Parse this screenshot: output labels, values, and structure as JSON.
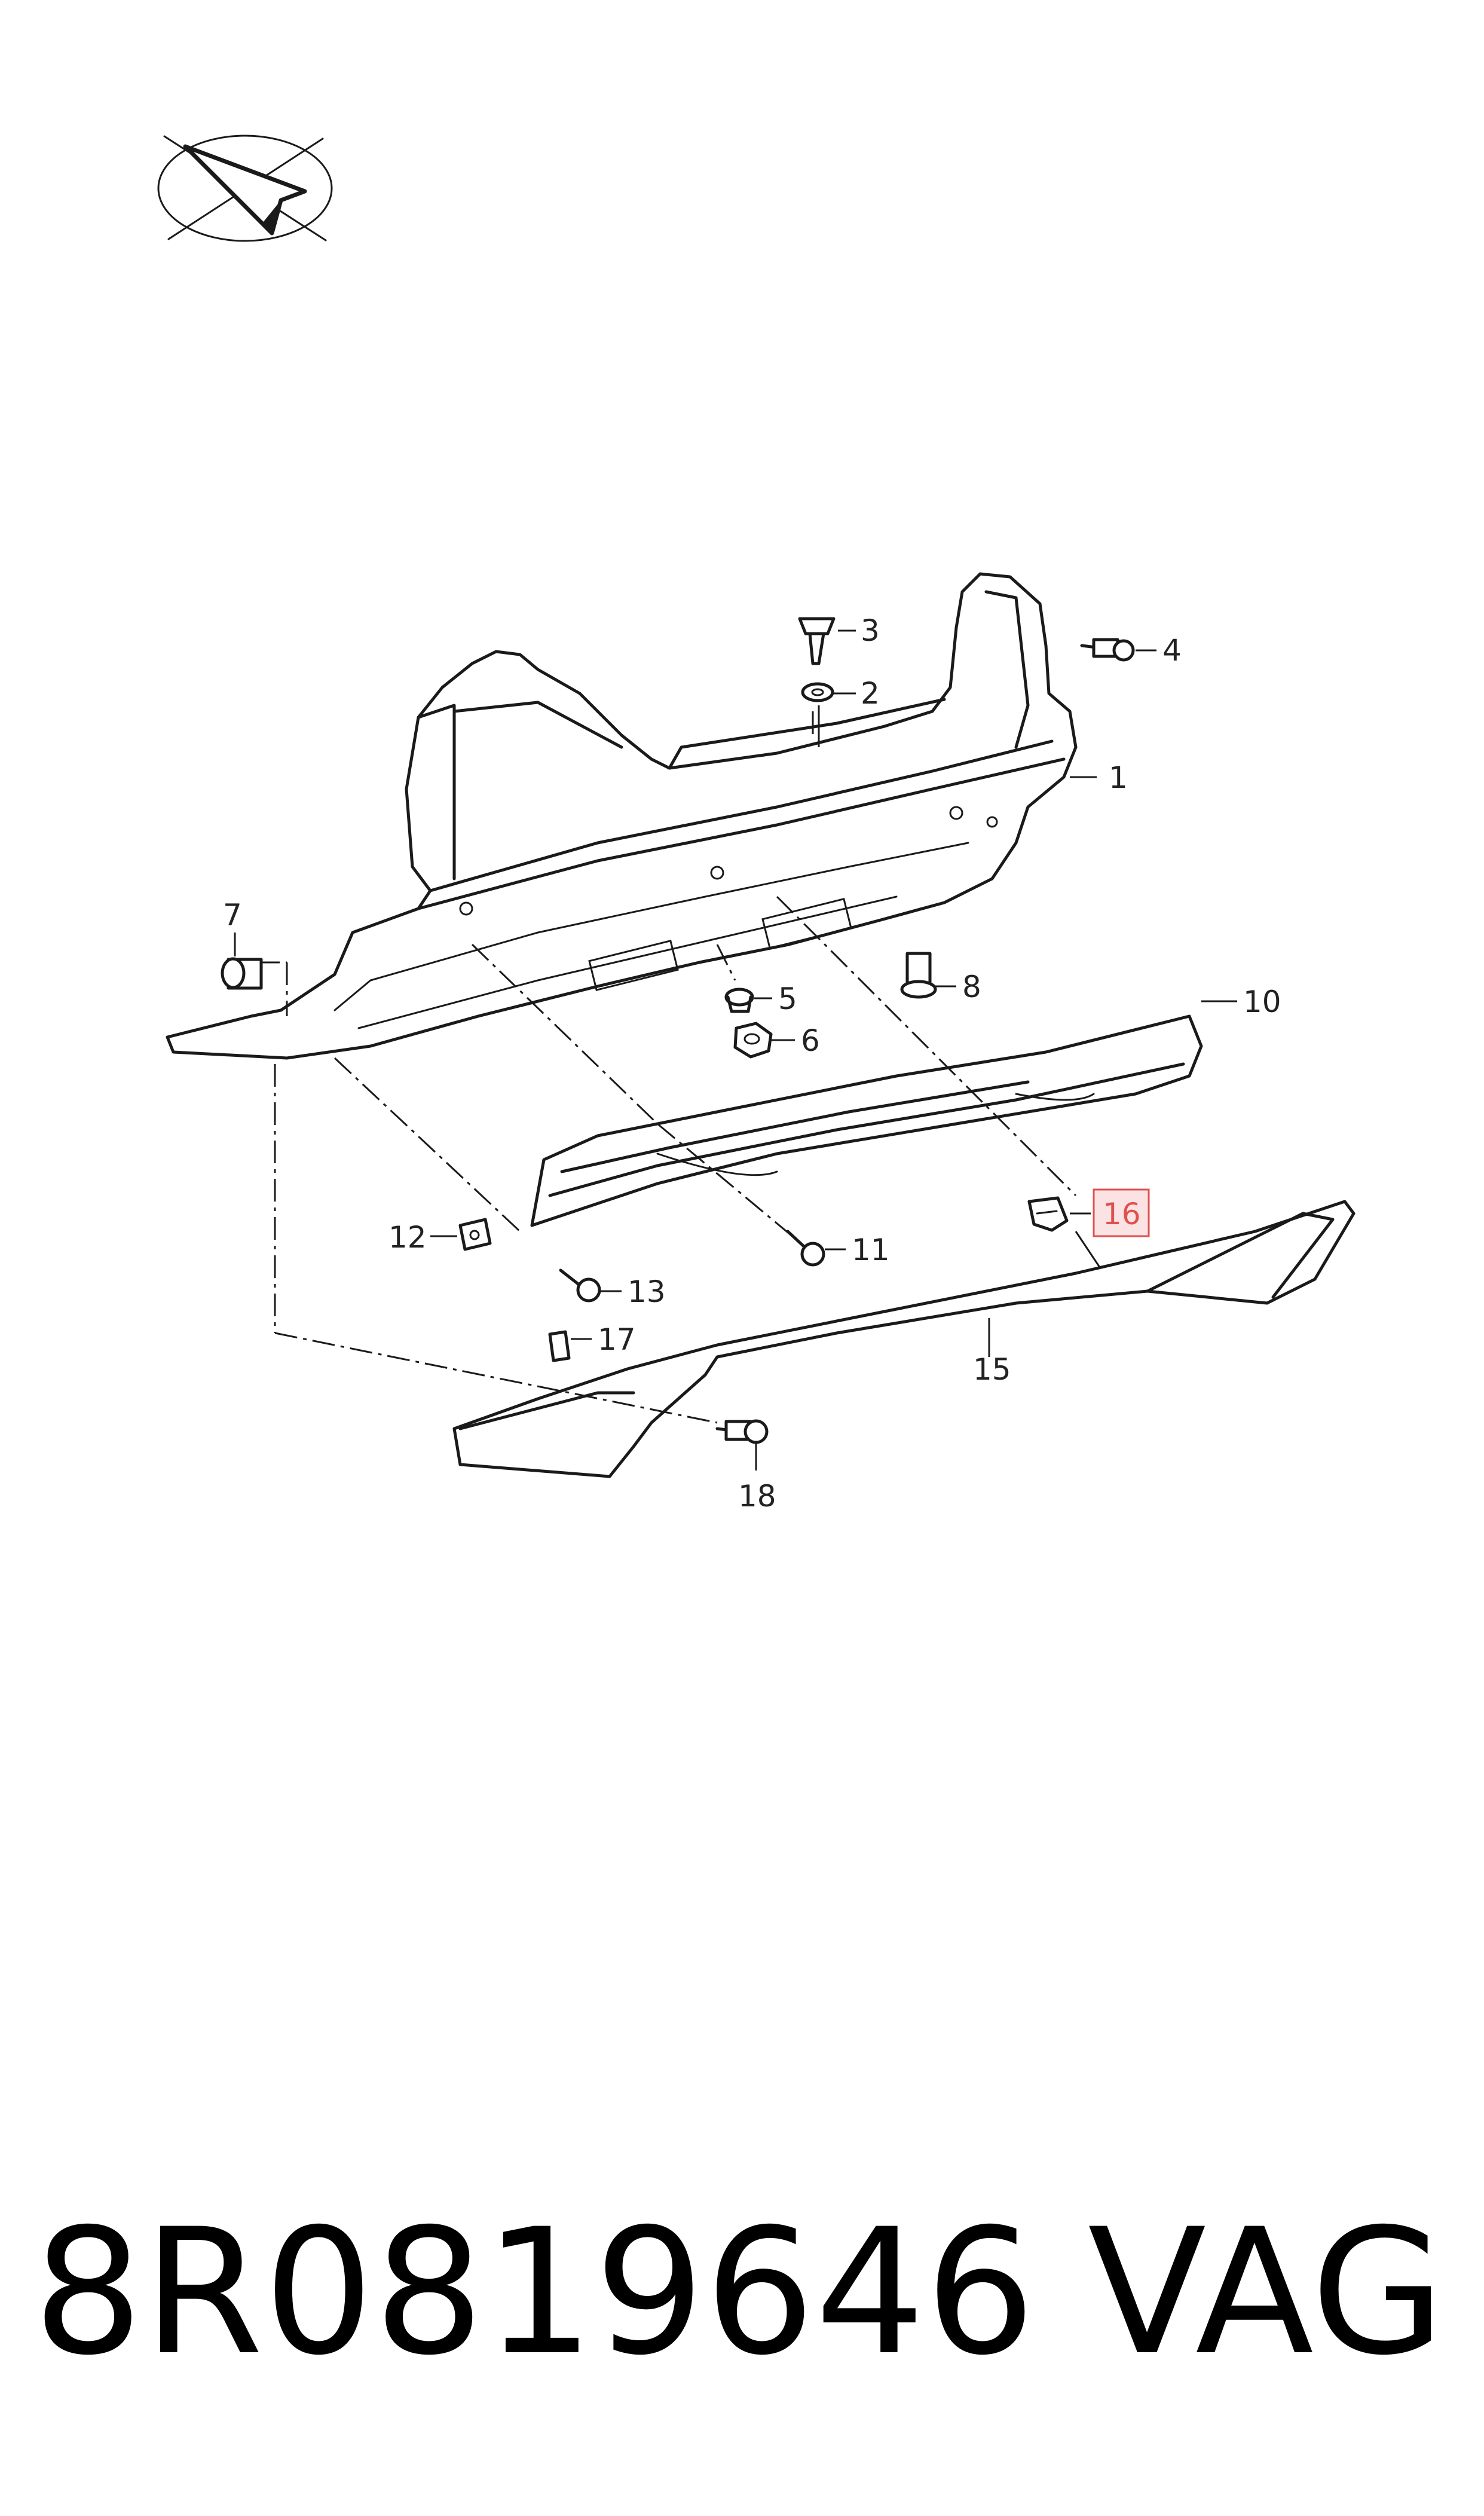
{
  "diagram": {
    "callouts": [
      {
        "id": "1",
        "label": "1"
      },
      {
        "id": "2",
        "label": "2"
      },
      {
        "id": "3",
        "label": "3"
      },
      {
        "id": "4",
        "label": "4"
      },
      {
        "id": "5",
        "label": "5"
      },
      {
        "id": "6",
        "label": "6"
      },
      {
        "id": "7",
        "label": "7"
      },
      {
        "id": "8",
        "label": "8"
      },
      {
        "id": "10",
        "label": "10"
      },
      {
        "id": "11",
        "label": "11"
      },
      {
        "id": "12",
        "label": "12"
      },
      {
        "id": "13",
        "label": "13"
      },
      {
        "id": "15",
        "label": "15"
      },
      {
        "id": "16",
        "label": "16",
        "highlighted": true
      },
      {
        "id": "17",
        "label": "17"
      },
      {
        "id": "18",
        "label": "18"
      }
    ],
    "highlight_color": "#e05050",
    "highlight_fill": "#fbe3e3"
  },
  "footer": {
    "part_number": "8R0819646",
    "brand": "VAG"
  }
}
